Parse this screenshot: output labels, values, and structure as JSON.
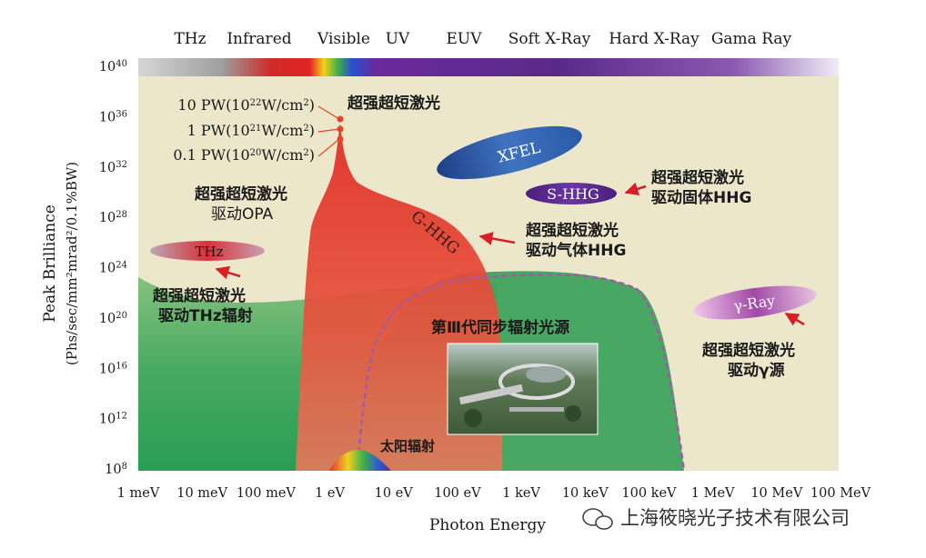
{
  "bands": [
    "THz",
    "Infrared",
    "Visible",
    "UV",
    "EUV",
    "Soft X-Ray",
    "Hard X-Ray",
    "Gama Ray"
  ],
  "y_ticks": [
    {
      "base": "10",
      "exp": "40"
    },
    {
      "base": "10",
      "exp": "36"
    },
    {
      "base": "10",
      "exp": "32"
    },
    {
      "base": "10",
      "exp": "28"
    },
    {
      "base": "10",
      "exp": "24"
    },
    {
      "base": "10",
      "exp": "20"
    },
    {
      "base": "10",
      "exp": "16"
    },
    {
      "base": "10",
      "exp": "12"
    },
    {
      "base": "10",
      "exp": "8"
    }
  ],
  "x_ticks": [
    "1 meV",
    "10 meV",
    "100 meV",
    "1 eV",
    "10 eV",
    "100 eV",
    "1 keV",
    "10 keV",
    "100 keV",
    "1 MeV",
    "10 MeV",
    "100 MeV"
  ],
  "y_axis": {
    "title": "Peak Brilliance",
    "unit": "(Phs/sec/mm²mrad²/0.1%BW)"
  },
  "x_axis": {
    "title": "Photon Energy"
  },
  "power_levels": [
    {
      "pre": "10 PW(10",
      "exp": "22",
      "post": "W/cm",
      "exp2": "2",
      "end": ")"
    },
    {
      "pre": "1 PW(10",
      "exp": "21",
      "post": "W/cm",
      "exp2": "2",
      "end": ")"
    },
    {
      "pre": "0.1 PW(10",
      "exp": "20",
      "post": "W/cm",
      "exp2": "2",
      "end": ")"
    }
  ],
  "labels": {
    "peak": "超强超短激光",
    "opa_1": "超强超短激光",
    "opa_2": "驱动OPA",
    "shhg_1": "超强超短激光",
    "shhg_2": "驱动固体HHG",
    "ghhg_1": "超强超短激光",
    "ghhg_2": "驱动气体HHG",
    "thz_1": "超强超短激光",
    "thz_2": "驱动THz辐射",
    "gamma_1": "超强超短激光",
    "gamma_2": "驱动γ源",
    "sync": "第Ⅲ代同步辐射光源",
    "sun": "太阳辐射"
  },
  "ellipses": {
    "xfel": "XFEL",
    "shhg": "S-HHG",
    "ghhg": "G-HHG",
    "thz": "THz",
    "gamma": "γ-Ray"
  },
  "watermark": "上海筱晓光子技术有限公司",
  "colors": {
    "background": "#ece6cb",
    "laser_red": "#e23b2a",
    "sync_green": "#2f9a4e",
    "xfel_blue": "#2f5ea6",
    "shhg_purple": "#5b2a8c",
    "gamma_purple": "#9b4aa8",
    "arrow_red": "#d71f26",
    "sync_dash": "#a35aa6"
  }
}
